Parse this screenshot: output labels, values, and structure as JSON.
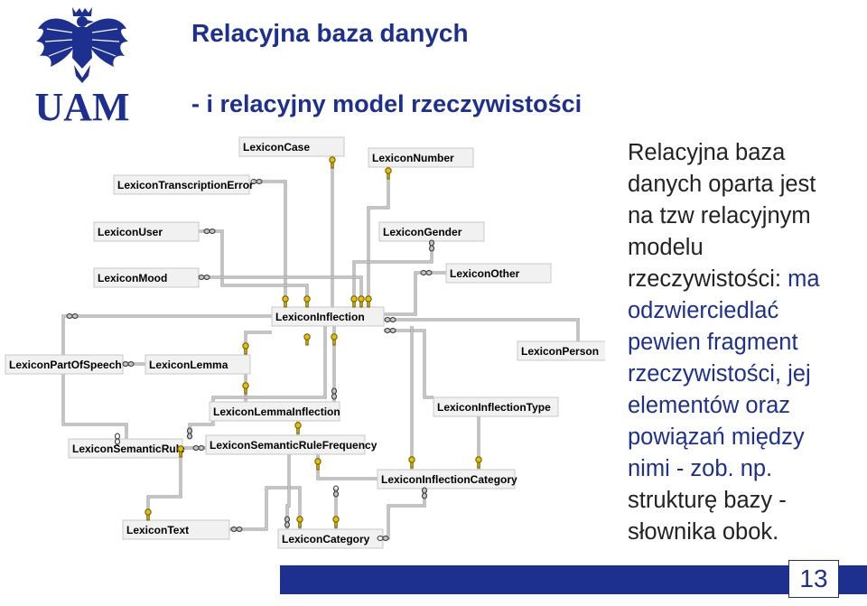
{
  "logo": {
    "name": "UAM logo",
    "text": "UAM"
  },
  "slide": {
    "title": "Relacyjna baza danych",
    "subtitle": "- i relacyjny model rzeczywistości",
    "page_number": "13"
  },
  "paragraph": [
    {
      "text": "Relacyjna baza",
      "style": "dark"
    },
    {
      "text": "danych oparta jest",
      "style": "dark"
    },
    {
      "text": "na tzw relacyjnym",
      "style": "dark"
    },
    {
      "text": "modelu",
      "style": "dark"
    },
    {
      "text": "rzeczywistości: ",
      "style": "dark",
      "suffix": "ma"
    },
    {
      "text": "odzwierciedlać",
      "style": "blue"
    },
    {
      "text": "pewien fragment",
      "style": "blue"
    },
    {
      "text": "rzeczywistości, jej",
      "style": "blue"
    },
    {
      "text": "elementów oraz",
      "style": "blue"
    },
    {
      "text": "powiązań między",
      "style": "blue"
    },
    {
      "text": "nimi - zob. np.",
      "style": "blue"
    },
    {
      "text": "strukturę bazy -",
      "style": "dark"
    },
    {
      "text": "słownika obok.",
      "style": "dark"
    }
  ],
  "diagram": {
    "entities": [
      {
        "id": "case",
        "label": "LexiconCase"
      },
      {
        "id": "number",
        "label": "LexiconNumber"
      },
      {
        "id": "transerr",
        "label": "LexiconTranscriptionError"
      },
      {
        "id": "user",
        "label": "LexiconUser"
      },
      {
        "id": "gender",
        "label": "LexiconGender"
      },
      {
        "id": "other",
        "label": "LexiconOther"
      },
      {
        "id": "mood",
        "label": "LexiconMood"
      },
      {
        "id": "inflection",
        "label": "LexiconInflection"
      },
      {
        "id": "person",
        "label": "LexiconPerson"
      },
      {
        "id": "pos",
        "label": "LexiconPartOfSpeech"
      },
      {
        "id": "lemma",
        "label": "LexiconLemma"
      },
      {
        "id": "infltype",
        "label": "LexiconInflectionType"
      },
      {
        "id": "lemmainfl",
        "label": "LexiconLemmaInflection"
      },
      {
        "id": "semrule",
        "label": "LexiconSemanticRule"
      },
      {
        "id": "semrulefreq",
        "label": "LexiconSemanticRuleFrequency"
      },
      {
        "id": "inflcat",
        "label": "LexiconInflectionCategory"
      },
      {
        "id": "text",
        "label": "LexiconText"
      },
      {
        "id": "category",
        "label": "LexiconCategory"
      }
    ]
  },
  "colors": {
    "title": "#1d2f8f",
    "text_dark": "#222222",
    "text_blue": "#1d2f8f",
    "footer": "#1d2f8f"
  }
}
